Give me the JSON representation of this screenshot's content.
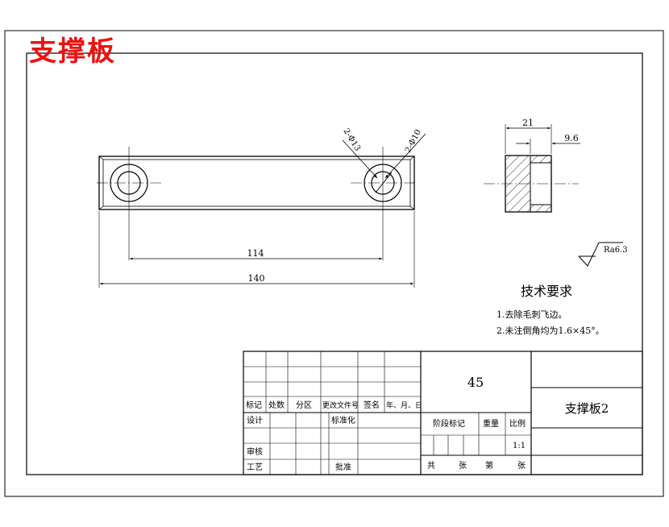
{
  "heading": "支撑板",
  "dimensions": {
    "width_114": "114",
    "width_140": "140",
    "right_21": "21",
    "right_9_6": "9.6",
    "hole_13": "2-Φ13",
    "hole_10": "2-Φ10"
  },
  "roughness": "Ra6.3",
  "tech_requirements": {
    "title": "技术要求",
    "items": [
      "1.去除毛刺飞边。",
      "2.未注倒角均为1.6×45°。"
    ]
  },
  "title_block": {
    "material": "45",
    "part_name": "支撑板2",
    "labels": {
      "biaoji": "标记",
      "chushu": "处数",
      "fenqu": "分区",
      "genggai": "更改文件号",
      "qianming": "签名",
      "nianyueri": "年、月、日",
      "sheji": "设计",
      "biaozhunhua": "标准化",
      "shenhe": "审核",
      "gongyi": "工艺",
      "pizhun": "批准",
      "jieduan": "阶段标记",
      "zhongliang": "重量",
      "bili": "比例",
      "gong": "共",
      "zhang1": "张",
      "di": "第",
      "zhang2": "张"
    },
    "scale": "1:1"
  }
}
